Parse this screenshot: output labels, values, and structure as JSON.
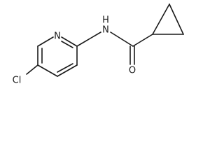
{
  "molecule": {
    "atoms": {
      "ring_nitrogen": "N",
      "amide_nh": "N",
      "amide_h": "H",
      "carbonyl_oxygen": "O",
      "chlorine": "Cl"
    }
  }
}
